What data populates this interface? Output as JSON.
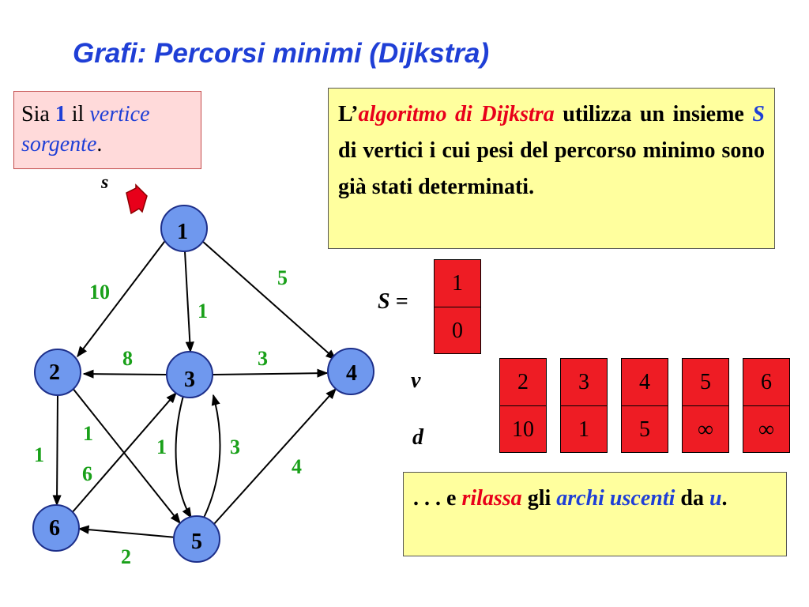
{
  "title": "Grafi: Percorsi minimi (Dijkstra)",
  "source_box": {
    "t1": "Sia ",
    "t2": "1",
    "t3": " il ",
    "t4": "vertice sorgente",
    "t5": "."
  },
  "info_box": {
    "t1": "L’",
    "t2": "algoritmo di Dijkstra",
    "t3": " utilizza un insieme ",
    "t4": "S",
    "t5": " di vertici i cui pesi del percorso minimo sono già stati determinati."
  },
  "relax_box": {
    "t1": ". . . e ",
    "t2": "rilassa",
    "t3": " gli ",
    "t4": "archi uscenti",
    "t5": " da ",
    "t6": "u",
    "t7": "."
  },
  "s_label": "s",
  "set_label": "S =",
  "v_label": "v",
  "d_label": "d",
  "set_S": [
    {
      "v": "1",
      "d": "0"
    }
  ],
  "table": [
    {
      "v": "2",
      "d": "10"
    },
    {
      "v": "3",
      "d": "1"
    },
    {
      "v": "4",
      "d": "5"
    },
    {
      "v": "5",
      "d": "∞"
    },
    {
      "v": "6",
      "d": "∞"
    }
  ],
  "graph": {
    "nodes": [
      "1",
      "2",
      "3",
      "4",
      "5",
      "6"
    ],
    "edges": [
      {
        "from": "1",
        "to": "2",
        "weight": "10"
      },
      {
        "from": "1",
        "to": "3",
        "weight": "1"
      },
      {
        "from": "1",
        "to": "4",
        "weight": "5"
      },
      {
        "from": "3",
        "to": "2",
        "weight": "8"
      },
      {
        "from": "3",
        "to": "4",
        "weight": "3"
      },
      {
        "from": "2",
        "to": "6",
        "weight": "1"
      },
      {
        "from": "2",
        "to": "5",
        "weight": "1"
      },
      {
        "from": "6",
        "to": "3",
        "weight": "6"
      },
      {
        "from": "3",
        "to": "5",
        "weight": "1"
      },
      {
        "from": "5",
        "to": "3",
        "weight": "3"
      },
      {
        "from": "5",
        "to": "4",
        "weight": "4"
      },
      {
        "from": "5",
        "to": "6",
        "weight": "2"
      }
    ]
  },
  "colors": {
    "title": "#1f3fd6",
    "node_fill": "#6f98ee",
    "weight": "#19a019",
    "cell": "#ee1c24",
    "highlight": "#e8001a"
  }
}
